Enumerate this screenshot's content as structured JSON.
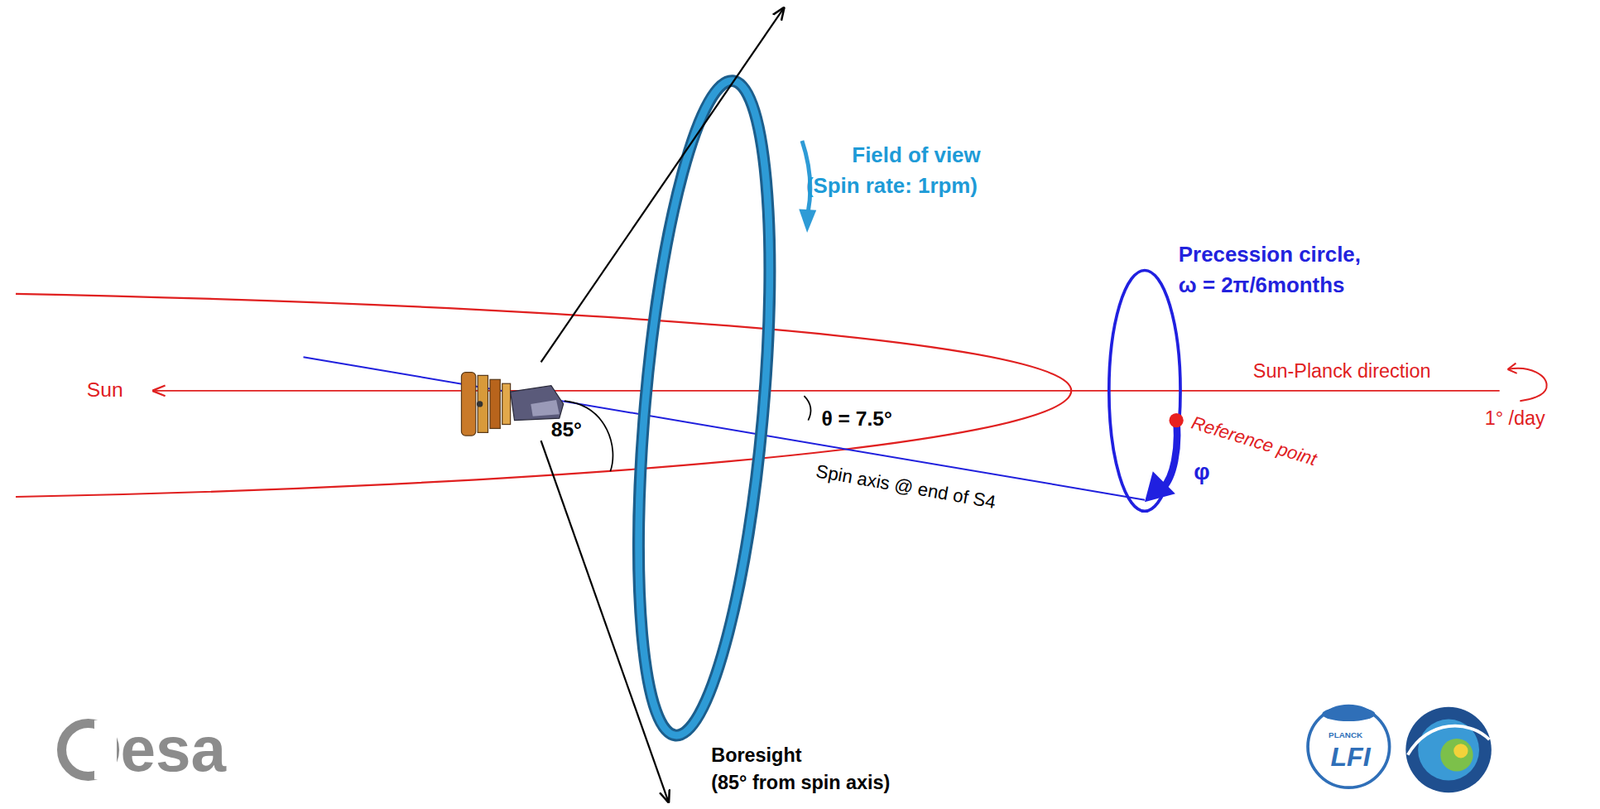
{
  "diagram": {
    "labels": [
      "Field of view",
      "(Spin rate:  1rpm)",
      "Precession circle,",
      "ω = 2π/6months",
      "Sun-Planck direction",
      "1° /day",
      "Reference point",
      "φ",
      "Sun",
      "85°",
      "θ = 7.5°",
      "Spin axis  @ end of S4",
      "Boresight",
      "(85°  from spin axis)",
      "esa",
      "PLANCK",
      "LFI"
    ]
  }
}
